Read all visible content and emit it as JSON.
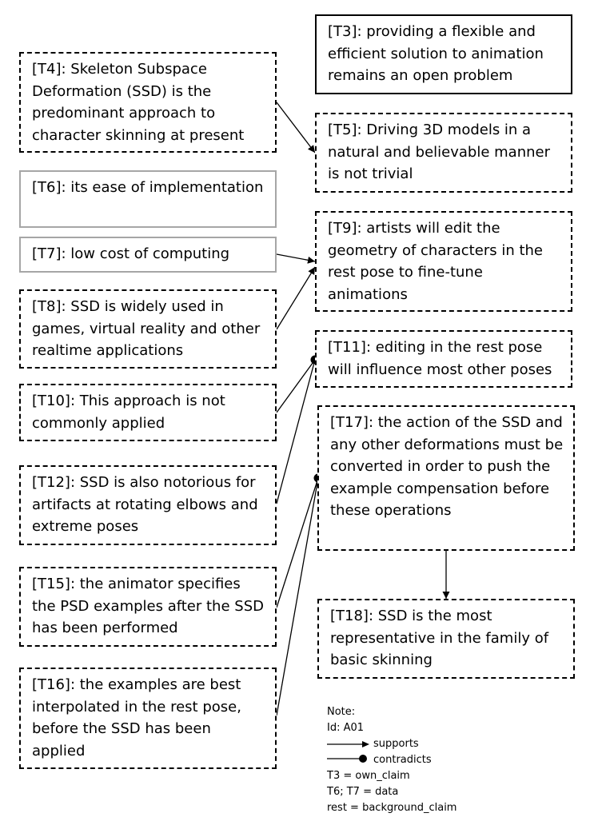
{
  "nodes": {
    "T3": {
      "id": "T3",
      "text": "[T3]: providing a flexible and efficient solution to animation remains an open problem"
    },
    "T4": {
      "id": "T4",
      "text": "[T4]: Skeleton Subspace Deformation (SSD) is the predominant approach to character skinning at present"
    },
    "T5": {
      "id": "T5",
      "text": "[T5]: Driving 3D models in a natural and believable manner is not trivial"
    },
    "T6": {
      "id": "T6",
      "text": "[T6]: its ease of implementation"
    },
    "T7": {
      "id": "T7",
      "text": "[T7]: low cost of computing"
    },
    "T8": {
      "id": "T8",
      "text": "[T8]: SSD is widely used in games, virtual reality and other realtime applications"
    },
    "T9": {
      "id": "T9",
      "text": "[T9]: artists will edit the geometry of characters in the rest pose to fine-tune animations"
    },
    "T10": {
      "id": "T10",
      "text": "[T10]: This approach is not commonly applied"
    },
    "T11": {
      "id": "T11",
      "text": "[T11]: editing in the rest pose will influence most other poses"
    },
    "T12": {
      "id": "T12",
      "text": "[T12]: SSD is also notorious for artifacts at rotating elbows and extreme poses"
    },
    "T15": {
      "id": "T15",
      "text": "[T15]: the animator specifies the PSD examples after the SSD has been performed"
    },
    "T16": {
      "id": "T16",
      "text": "[T16]: the examples are best interpolated in the rest pose, before the SSD has been applied"
    },
    "T17": {
      "id": "T17",
      "text": "[T17]: the action of the SSD and any other deformations must be converted in order to push the example compensation before these operations"
    },
    "T18": {
      "id": "T18",
      "text": "[T18]: SSD is the most representative in the family of basic skinning"
    }
  },
  "edges": [
    {
      "from": "T4",
      "to": "T5",
      "relation": "supports"
    },
    {
      "from": "T7",
      "to": "T9",
      "relation": "supports"
    },
    {
      "from": "T8",
      "to": "T9",
      "relation": "supports"
    },
    {
      "from": "T10",
      "to": "T11",
      "relation": "contradicts"
    },
    {
      "from": "T12",
      "to": "T11",
      "relation": "contradicts"
    },
    {
      "from": "T15",
      "to": "T17",
      "relation": "contradicts"
    },
    {
      "from": "T16",
      "to": "T17",
      "relation": "contradicts"
    },
    {
      "from": "T17",
      "to": "T18",
      "relation": "supports"
    }
  ],
  "note": {
    "title": "Note:",
    "id_line": "Id: A01",
    "supports_label": "supports",
    "contradicts_label": "contradicts",
    "own_claim_line": "T3 = own_claim",
    "data_line": "T6; T7 = data",
    "rest_line": "rest = background_claim"
  }
}
